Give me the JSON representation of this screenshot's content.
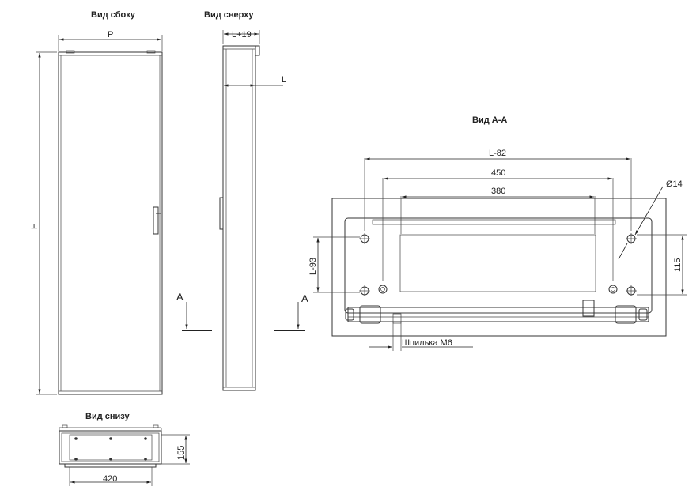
{
  "views": {
    "side": "Вид сбоку",
    "top": "Вид сверху",
    "section": "Вид А-А",
    "bottom": "Вид снизу"
  },
  "dims": {
    "p": "P",
    "h": "H",
    "l_plus_19": "L+19",
    "l": "L",
    "l_minus_82": "L-82",
    "d450": "450",
    "d380": "380",
    "hole": "Ø14",
    "l_minus_93": "L-93",
    "d115": "115",
    "stud": "Шпилька М6",
    "d420": "420",
    "d155": "155"
  },
  "section_marks": {
    "left": "A",
    "right": "A"
  }
}
